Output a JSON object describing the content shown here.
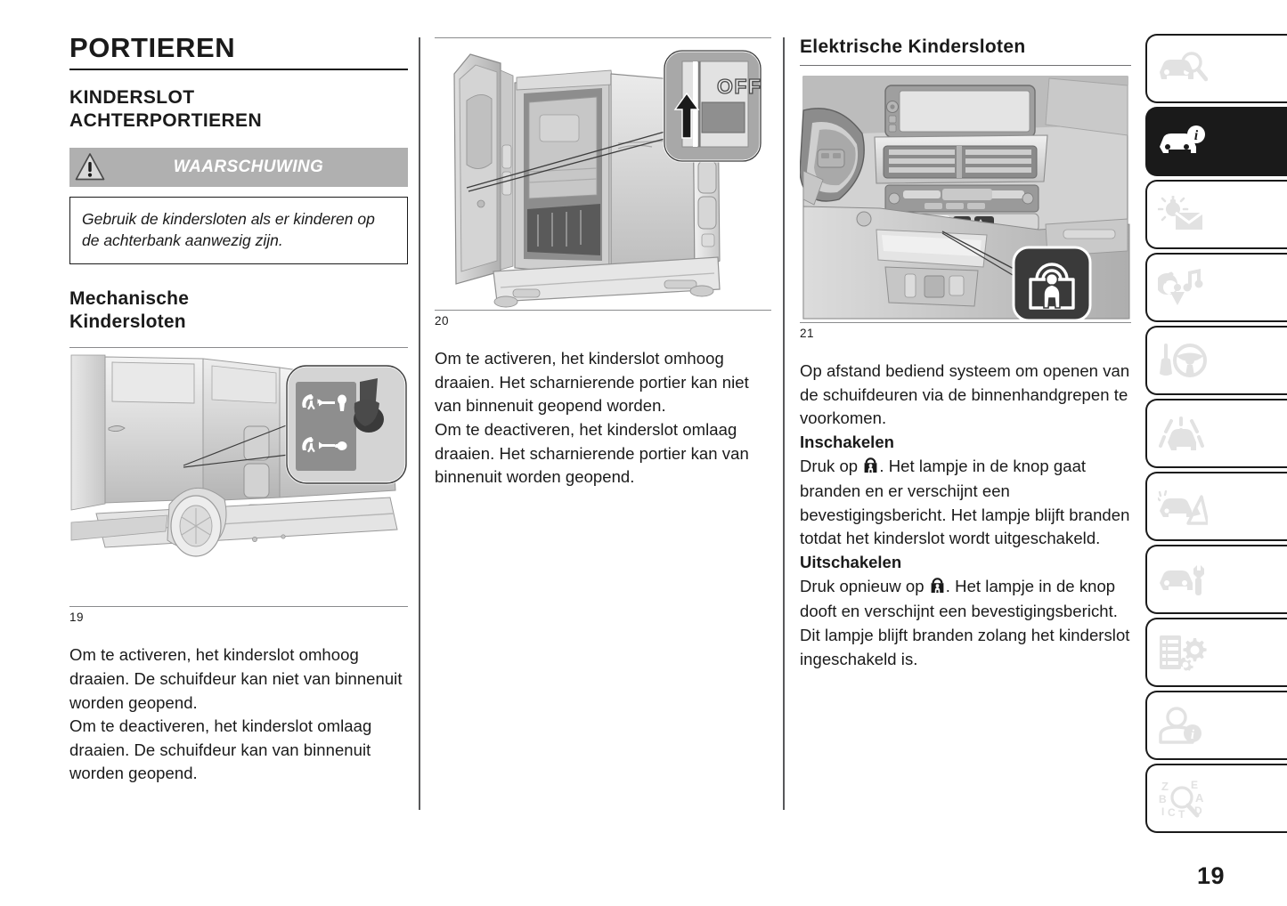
{
  "document": {
    "chapter_title": "PORTIEREN",
    "page_number": "19"
  },
  "left_column": {
    "heading2": "KINDERSLOT\nACHTERPORTIEREN",
    "warning": {
      "label": "WAARSCHUWING",
      "icon": "warning-triangle-icon",
      "body": "Gebruik de kindersloten als er kinderen op de achterbank aanwezig zijn."
    },
    "heading3": "Mechanische\nKindersloten",
    "figure": {
      "number": "19",
      "alt": "Zijaanzicht bestelwagen met kinderslot-sticker bij achterportier"
    },
    "paragraphs": [
      "Om te activeren, het kinderslot omhoog draaien. De schuifdeur kan niet van binnenuit worden geopend.",
      "Om te deactiveren, het kinderslot omlaag draaien. De schuifdeur kan van binnenuit worden geopend."
    ]
  },
  "middle_column": {
    "figure": {
      "number": "20",
      "callout_label": "OFF",
      "alt": "Achterzijde bestelwagen met geopend scharnierend portier en OFF-schakelaar"
    },
    "paragraphs": [
      "Om te activeren, het kinderslot omhoog draaien. Het scharnierende portier kan niet van binnenuit geopend worden.",
      "Om te deactiveren, het kinderslot omlaag draaien. Het scharnierende portier kan van binnenuit worden geopend."
    ]
  },
  "right_column": {
    "title": "Elektrische Kindersloten",
    "figure": {
      "number": "21",
      "alt": "Dashboard met kinderslotknop en callout-symbool"
    },
    "intro": "Op afstand bediend systeem om openen van de schuifdeuren via de binnenhandgrepen te voorkomen.",
    "sections": [
      {
        "heading": "Inschakelen",
        "text_before_icon": "Druk op ",
        "icon": "child-lock-icon",
        "text_after_icon": ". Het lampje in de knop gaat branden en er verschijnt een bevestigingsbericht. Het lampje blijft branden totdat het kinderslot wordt uitgeschakeld."
      },
      {
        "heading": "Uitschakelen",
        "text_before_icon": "Druk opnieuw op ",
        "icon": "child-lock-icon",
        "text_after_icon": ". Het lampje in de knop dooft en verschijnt een bevestigingsbericht. Dit lampje blijft branden zolang het kinderslot ingeschakeld is."
      }
    ]
  },
  "sidebar": {
    "active_index": 1,
    "tabs": [
      {
        "name": "tab-vehicle-overview",
        "icon": "car-magnifier-icon",
        "active": false
      },
      {
        "name": "tab-vehicle-info",
        "icon": "car-info-icon",
        "active": true
      },
      {
        "name": "tab-lighting-visibility",
        "icon": "sun-envelope-icon",
        "active": false
      },
      {
        "name": "tab-navigation-audio",
        "icon": "location-music-icon",
        "active": false
      },
      {
        "name": "tab-driving-controls",
        "icon": "gearlever-steeringwheel-icon",
        "active": false
      },
      {
        "name": "tab-lane-assist",
        "icon": "car-lane-icon",
        "active": false
      },
      {
        "name": "tab-warning-alerts",
        "icon": "car-warning-triangle-icon",
        "active": false
      },
      {
        "name": "tab-maintenance",
        "icon": "car-wrench-icon",
        "active": false
      },
      {
        "name": "tab-settings-specs",
        "icon": "list-gears-icon",
        "active": false
      },
      {
        "name": "tab-driver-info",
        "icon": "person-info-icon",
        "active": false
      },
      {
        "name": "tab-index-search",
        "icon": "alphabet-magnifier-icon",
        "active": false
      }
    ]
  },
  "colors": {
    "ink": "#1a1a1a",
    "warning_bar": "#b0b0b0",
    "rule": "#8a8b8d",
    "tab_inactive_icon": "#e2e2e2",
    "tab_active_bg": "#1a1a1a"
  }
}
